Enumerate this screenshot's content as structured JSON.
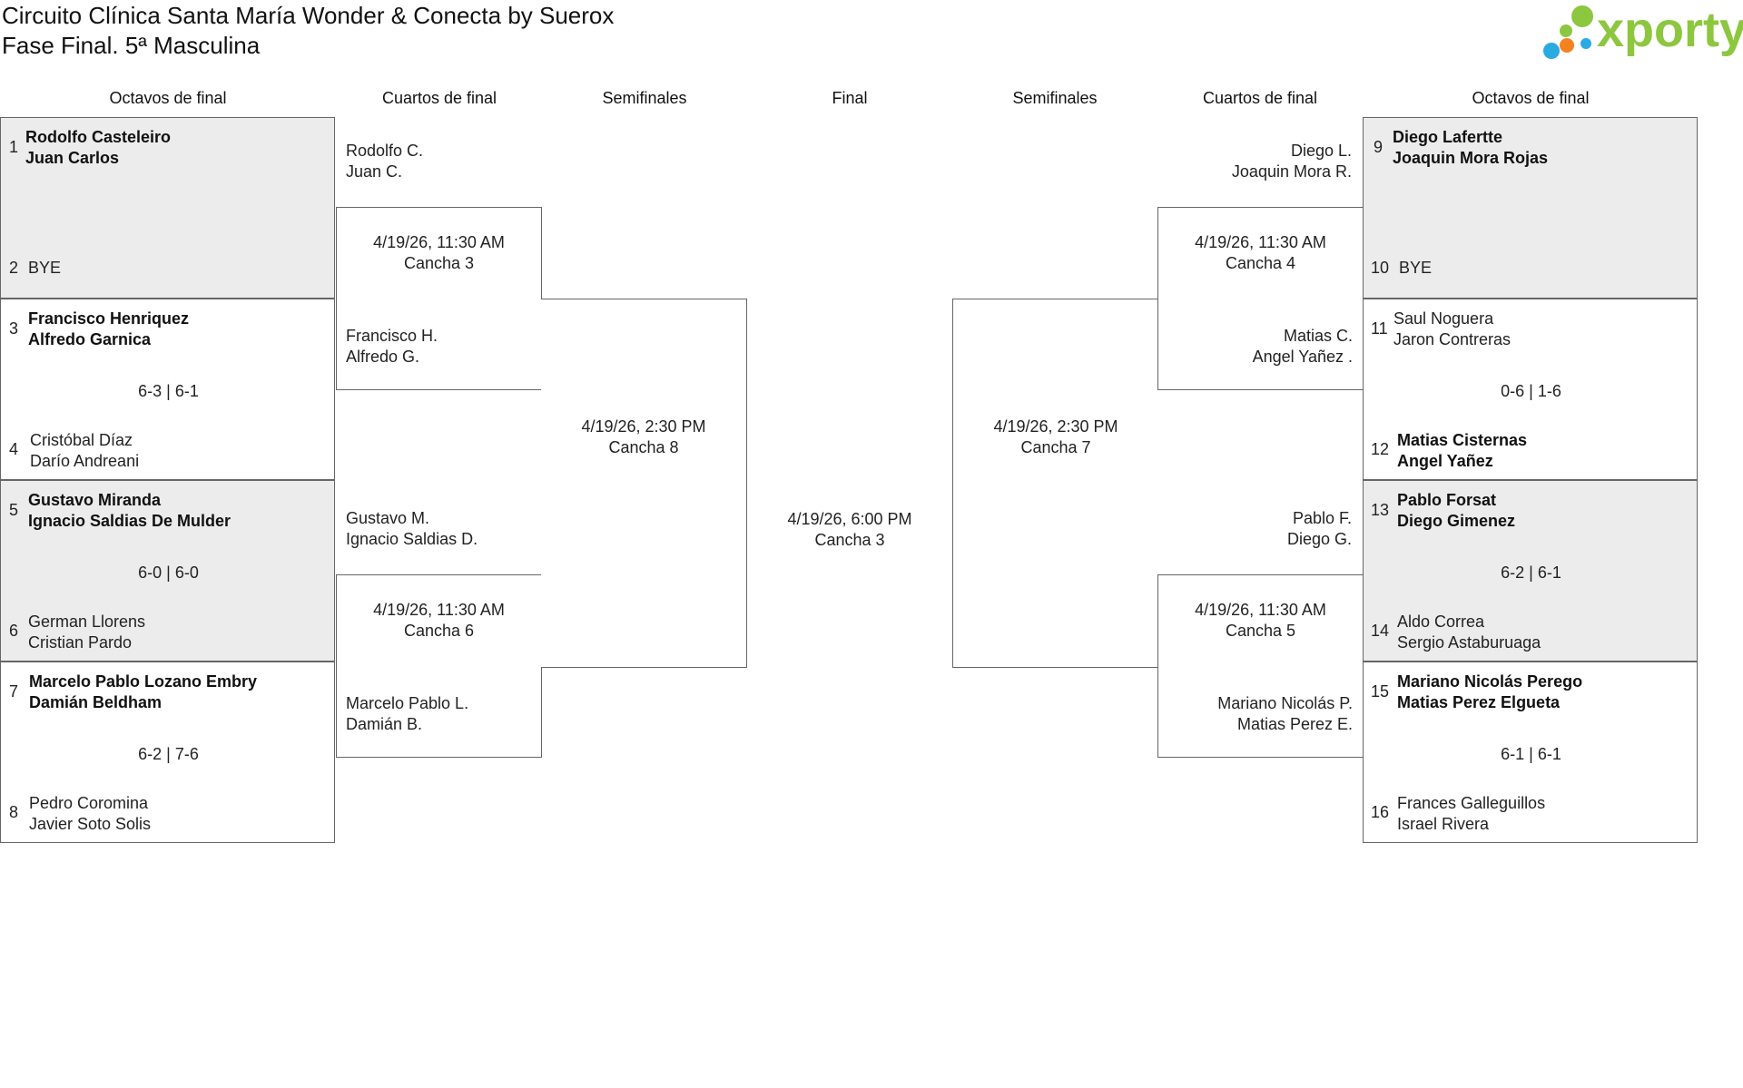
{
  "title_line1": "Circuito Clínica Santa María Wonder & Conecta by Suerox",
  "title_line2": "Fase Final. 5ª Masculina",
  "logo_text": "xporty",
  "headers": {
    "l_r16": "Octavos de final",
    "l_qf": "Cuartos de final",
    "l_sf": "Semifinales",
    "final": "Final",
    "r_sf": "Semifinales",
    "r_qf": "Cuartos de final",
    "r_r16": "Octavos de final"
  },
  "left_r16": [
    {
      "seed_a": "1",
      "a1": "Rodolfo Casteleiro",
      "a2": "Juan Carlos",
      "seed_b": "2",
      "b1": "BYE",
      "b2": "",
      "score": ""
    },
    {
      "seed_a": "3",
      "a1": "Francisco Henriquez",
      "a2": "Alfredo Garnica",
      "seed_b": "4",
      "b1": "Cristóbal Díaz",
      "b2": "Darío Andreani",
      "score": "6-3 | 6-1"
    },
    {
      "seed_a": "5",
      "a1": "Gustavo Miranda",
      "a2": "Ignacio Saldias De Mulder",
      "seed_b": "6",
      "b1": "German Llorens",
      "b2": "Cristian Pardo",
      "score": "6-0 | 6-0"
    },
    {
      "seed_a": "7",
      "a1": "Marcelo Pablo Lozano Embry",
      "a2": "Damián Beldham",
      "seed_b": "8",
      "b1": "Pedro Coromina",
      "b2": "Javier Soto Solis",
      "score": "6-2 | 7-6"
    }
  ],
  "right_r16": [
    {
      "seed_a": "9",
      "a1": "Diego Lafertte",
      "a2": "Joaquin Mora Rojas",
      "seed_b": "10",
      "b1": "BYE",
      "b2": "",
      "score": ""
    },
    {
      "seed_a": "11",
      "a1": "Saul Noguera",
      "a2": "Jaron Contreras",
      "seed_b": "12",
      "b1": "Matias Cisternas",
      "b2": "Angel Yañez",
      "score": "0-6 | 1-6"
    },
    {
      "seed_a": "13",
      "a1": "Pablo Forsat",
      "a2": "Diego Gimenez",
      "seed_b": "14",
      "b1": "Aldo Correa",
      "b2": "Sergio Astaburuaga",
      "score": "6-2 | 6-1"
    },
    {
      "seed_a": "15",
      "a1": "Mariano Nicolás Perego",
      "a2": "Matias Perez Elgueta",
      "seed_b": "16",
      "b1": "Frances Galleguillos",
      "b2": "Israel Rivera",
      "score": "6-1 | 6-1"
    }
  ],
  "left_qf": [
    {
      "top1": "Rodolfo C.",
      "top2": "Juan C.",
      "date": "4/19/26, 11:30 AM",
      "court": "Cancha 3",
      "bot1": "Francisco H.",
      "bot2": "Alfredo G."
    },
    {
      "top1": "Gustavo M.",
      "top2": "Ignacio Saldias D.",
      "date": "4/19/26, 11:30 AM",
      "court": "Cancha 6",
      "bot1": "Marcelo Pablo L.",
      "bot2": "Damián B."
    }
  ],
  "right_qf": [
    {
      "top1": "Diego L.",
      "top2": "Joaquin Mora R.",
      "date": "4/19/26, 11:30 AM",
      "court": "Cancha 4",
      "bot1": "Matias C.",
      "bot2": "Angel Yañez ."
    },
    {
      "top1": "Pablo F.",
      "top2": "Diego G.",
      "date": "4/19/26, 11:30 AM",
      "court": "Cancha 5",
      "bot1": "Mariano Nicolás P.",
      "bot2": "Matias Perez E."
    }
  ],
  "left_sf": {
    "date": "4/19/26, 2:30 PM",
    "court": "Cancha 8"
  },
  "right_sf": {
    "date": "4/19/26, 2:30 PM",
    "court": "Cancha 7"
  },
  "final": {
    "date": "4/19/26, 6:00 PM",
    "court": "Cancha 3"
  },
  "colors": {
    "winner_bg": "#ececec",
    "border": "#666666",
    "logo_green": "#8dc63f",
    "logo_orange": "#f58220",
    "logo_blue": "#29abe2"
  }
}
